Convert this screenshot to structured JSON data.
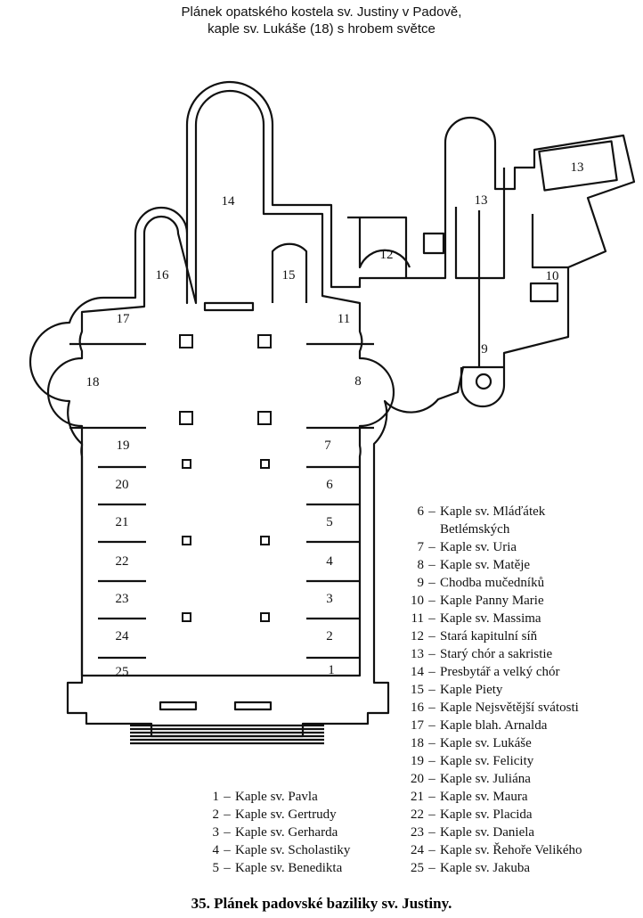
{
  "header": {
    "line1": "Plánek opatského kostela sv. Justiny v Padově,",
    "line2": "kaple sv. Lukáše (18) s hrobem světce"
  },
  "plan_labels": [
    "1",
    "2",
    "3",
    "4",
    "5",
    "6",
    "7",
    "8",
    "9",
    "10",
    "11",
    "12",
    "13",
    "13",
    "14",
    "15",
    "16",
    "17",
    "18",
    "19",
    "20",
    "21",
    "22",
    "23",
    "24",
    "25"
  ],
  "legend_left": [
    {
      "num": "1",
      "text": "Kaple sv. Pavla"
    },
    {
      "num": "2",
      "text": "Kaple sv. Gertrudy"
    },
    {
      "num": "3",
      "text": "Kaple sv. Gerharda"
    },
    {
      "num": "4",
      "text": "Kaple sv. Scholastiky"
    },
    {
      "num": "5",
      "text": "Kaple sv. Benedikta"
    }
  ],
  "legend_right": [
    {
      "num": "6",
      "text": "Kaple sv. Mláďátek"
    },
    {
      "num": "",
      "text": "Betlémských"
    },
    {
      "num": "7",
      "text": "Kaple sv. Uria"
    },
    {
      "num": "8",
      "text": "Kaple sv. Matěje"
    },
    {
      "num": "9",
      "text": "Chodba mučedníků"
    },
    {
      "num": "10",
      "text": "Kaple Panny Marie"
    },
    {
      "num": "11",
      "text": "Kaple sv. Massima"
    },
    {
      "num": "12",
      "text": "Stará kapitulní síň"
    },
    {
      "num": "13",
      "text": "Starý chór a sakristie"
    },
    {
      "num": "14",
      "text": "Presbytář a velký chór"
    },
    {
      "num": "15",
      "text": "Kaple Piety"
    },
    {
      "num": "16",
      "text": "Kaple Nejsvětější svátosti"
    },
    {
      "num": "17",
      "text": "Kaple blah. Arnalda"
    },
    {
      "num": "18",
      "text": "Kaple sv. Lukáše"
    },
    {
      "num": "19",
      "text": "Kaple sv. Felicity"
    },
    {
      "num": "20",
      "text": "Kaple sv. Juliána"
    },
    {
      "num": "21",
      "text": "Kaple sv. Maura"
    },
    {
      "num": "22",
      "text": "Kaple sv. Placida"
    },
    {
      "num": "23",
      "text": "Kaple sv. Daniela"
    },
    {
      "num": "24",
      "text": "Kaple sv. Řehoře Velikého"
    },
    {
      "num": "25",
      "text": "Kaple sv. Jakuba"
    }
  ],
  "caption": "35. Plánek padovské baziliky sv. Justiny."
}
